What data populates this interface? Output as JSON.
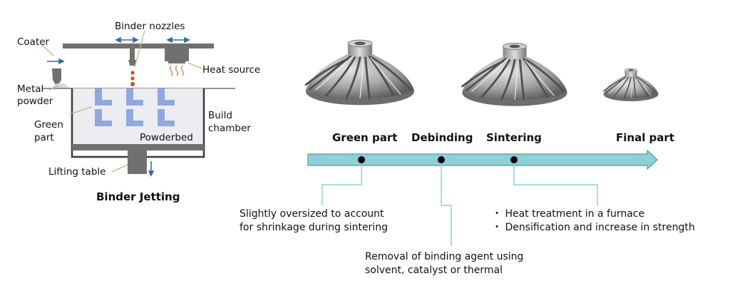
{
  "left_diagram": {
    "caption": "Binder Jetting",
    "labels": {
      "binder_nozzles": "Binder nozzles",
      "coater": "Coater",
      "heat_source": "Heat source",
      "metal_powder_1": "Metal",
      "metal_powder_2": "powder",
      "green_part_1": "Green",
      "green_part_2": "part",
      "build_chamber_1": "Build",
      "build_chamber_2": "chamber",
      "powderbed": "Powderbed",
      "lifting_table": "Lifting table"
    },
    "colors": {
      "machine": "#707070",
      "part": "#8fa9e0",
      "powder": "#ececf1",
      "droplet": "#c9551f",
      "arrow": "#2e6da4",
      "heat": "#d08f5b",
      "leader": "#9ccc7c"
    }
  },
  "timeline": {
    "stages": [
      "Green part",
      "Debinding",
      "Sintering",
      "Final part"
    ],
    "notes": {
      "green_part": [
        "Slightly oversized to account",
        "for shrinkage during sintering"
      ],
      "debinding": [
        "Removal of binding agent using",
        "solvent, catalyst or thermal"
      ],
      "sintering": [
        "・ Heat treatment in a furnace",
        "・ Densification and increase in strength"
      ]
    },
    "colors": {
      "arrow_fill": "#8fd0d6",
      "arrow_stroke": "#4a9eaa",
      "leader": "#8fd0d6",
      "dot": "#000000"
    }
  },
  "images": {
    "impellers": [
      "green-part-impeller-icon",
      "debinding-impeller-icon",
      "sintered-impeller-icon",
      "final-part-impeller-icon"
    ]
  }
}
